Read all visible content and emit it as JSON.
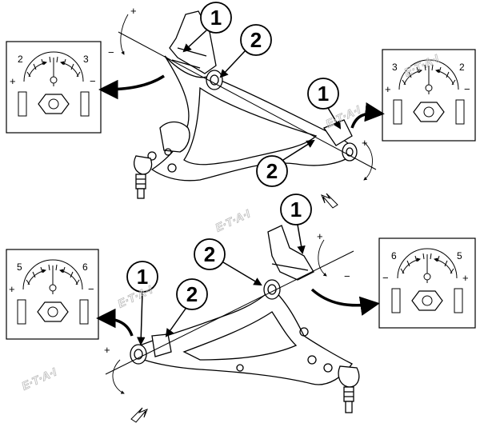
{
  "callouts": {
    "top_left_1": "1",
    "top_left_2": "2",
    "top_right_1": "1",
    "top_right_2": "2",
    "bottom_left_1": "1",
    "bottom_left_2": "2",
    "bottom_right_1": "1",
    "bottom_right_2": "2"
  },
  "gauges": {
    "top_left": {
      "left_mark": "2",
      "right_mark": "3",
      "plus": "+",
      "minus": "−"
    },
    "top_right": {
      "left_mark": "3",
      "right_mark": "2",
      "plus": "+",
      "minus": "−"
    },
    "bottom_left": {
      "left_mark": "5",
      "right_mark": "6",
      "plus": "+",
      "minus": "−"
    },
    "bottom_right": {
      "left_mark": "6",
      "right_mark": "5",
      "plus": "+",
      "minus": "−"
    }
  },
  "axis_signs": {
    "top_upper_plus": "+",
    "top_upper_minus": "−",
    "top_right_plus": "+",
    "bottom_upper_plus": "+",
    "bottom_upper_minus": "−",
    "bottom_left_plus": "+"
  },
  "watermark": "E·T·A·I"
}
